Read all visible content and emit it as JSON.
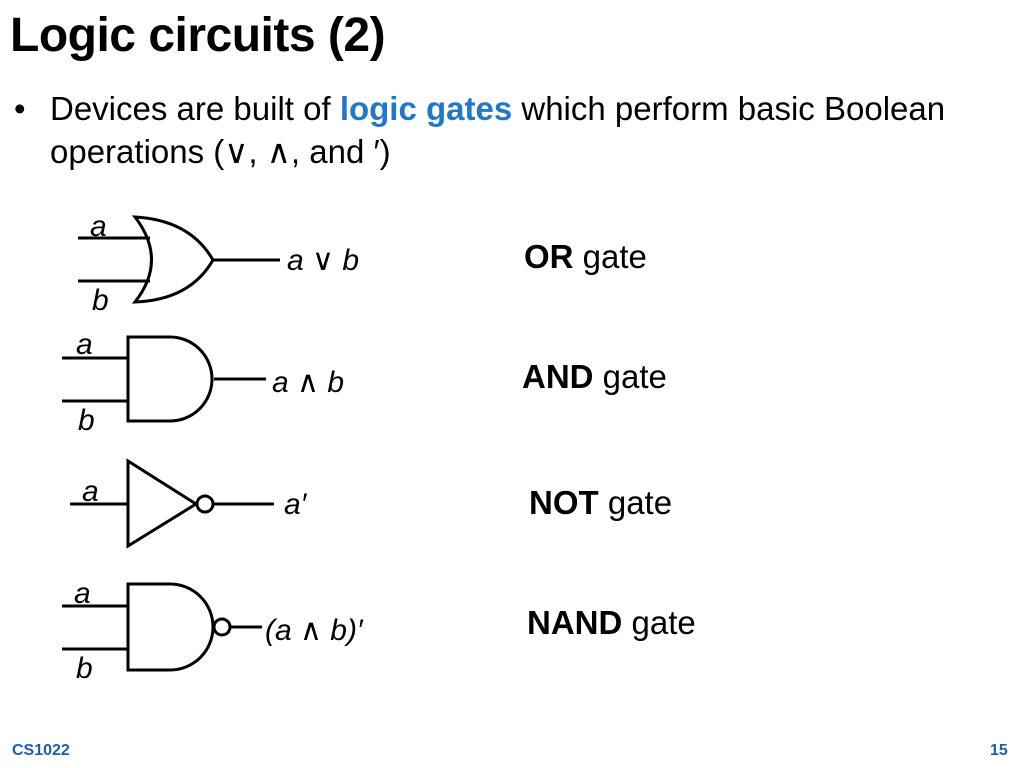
{
  "slide": {
    "title": "Logic circuits (2)",
    "bullet": {
      "marker": "•",
      "before": "Devices are built of ",
      "highlight": "logic gates",
      "after": " which perform basic Boolean operations (∨, ∧, and ′)"
    }
  },
  "gates": [
    {
      "type": "or",
      "input_a": "a",
      "input_b": "b",
      "output": "a ∨ b",
      "name_bold": "OR",
      "name_rest": " gate"
    },
    {
      "type": "and",
      "input_a": "a",
      "input_b": "b",
      "output": "a ∧ b",
      "name_bold": "AND",
      "name_rest": " gate"
    },
    {
      "type": "not",
      "input_a": "a",
      "output": "a′",
      "name_bold": "NOT",
      "name_rest": " gate"
    },
    {
      "type": "nand",
      "input_a": "a",
      "input_b": "b",
      "output": "(a ∧ b)′",
      "name_bold": "NAND",
      "name_rest": " gate"
    }
  ],
  "footer": {
    "course": "CS1022",
    "page": "15"
  },
  "colors": {
    "highlight": "#1f78c8",
    "footer": "#1f5fa8"
  }
}
